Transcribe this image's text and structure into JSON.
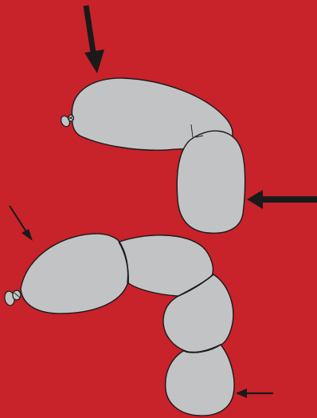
{
  "background_color": "#c8222a",
  "balloon_color": "#c2c3c5",
  "outline_color": "#1a1a1a",
  "figures": [
    {
      "name": "top-balloon-one-fold",
      "segments": 2,
      "arrows": [
        "thick-arrow-pointing-down",
        "thick-arrow-pointing-left"
      ]
    },
    {
      "name": "bottom-balloon-four-bubbles",
      "segments": 4,
      "arrows": [
        "thin-arrow-pointing-down-right",
        "thin-arrow-pointing-left"
      ]
    }
  ]
}
